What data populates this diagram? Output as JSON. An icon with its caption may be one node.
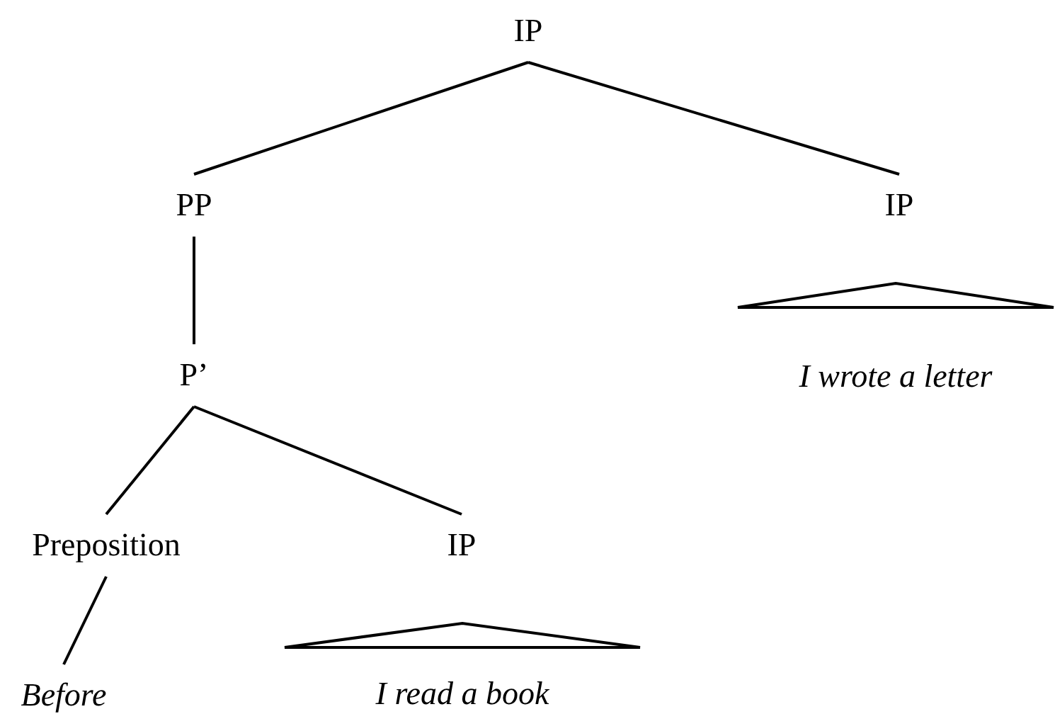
{
  "diagram": {
    "nodes": [
      {
        "text": [
          "IP"
        ]
      },
      {
        "text": [
          "PP"
        ]
      },
      {
        "text": [
          "IP"
        ]
      },
      {
        "text": [
          "P’"
        ]
      },
      {
        "text": [
          "I wrote a letter"
        ]
      },
      {
        "text": [
          "Preposition"
        ]
      },
      {
        "text": [
          "IP"
        ]
      },
      {
        "text": [
          "Before"
        ]
      },
      {
        "text": [
          "I read a book"
        ]
      }
    ],
    "edges": [
      {
        "from": 0,
        "to": 1,
        "arrow": "none"
      },
      {
        "from": 0,
        "to": 2,
        "arrow": "none"
      },
      {
        "from": 1,
        "to": 3,
        "arrow": "none"
      },
      {
        "from": 3,
        "to": 5,
        "arrow": "none"
      },
      {
        "from": 3,
        "to": 6,
        "arrow": "none"
      },
      {
        "from": 5,
        "to": 7,
        "arrow": "none"
      }
    ]
  }
}
